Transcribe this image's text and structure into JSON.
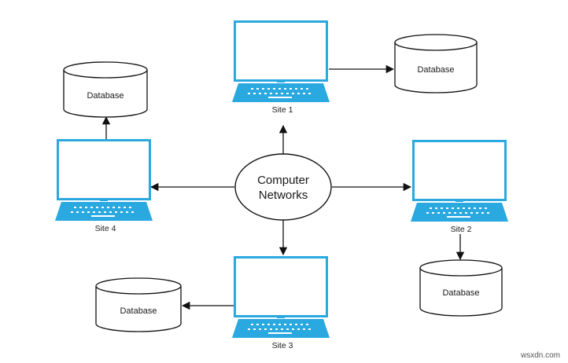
{
  "hub": {
    "line1": "Computer",
    "line2": "Networks"
  },
  "sites": {
    "site1": "Site 1",
    "site2": "Site 2",
    "site3": "Site 3",
    "site4": "Site 4"
  },
  "databases": {
    "db1": "Database",
    "db2": "Database",
    "db3": "Database",
    "db4": "Database"
  },
  "watermark": "wsxdn.com",
  "colors": {
    "laptop": "#2aa8e0",
    "line": "#111111",
    "stroke": "#111111"
  }
}
